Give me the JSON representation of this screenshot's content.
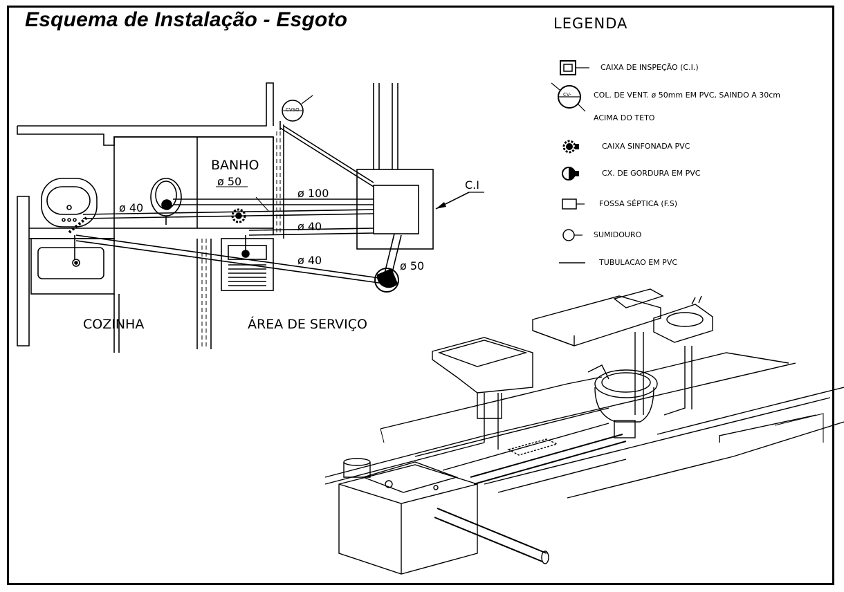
{
  "title": "Esquema de Instalação - Esgoto",
  "legend": {
    "title": "LEGENDA",
    "items": [
      {
        "icon": "inspection-box-icon",
        "label": "CAIXA DE INSPEÇÃO  (C.I.)"
      },
      {
        "icon": "vent-column-icon",
        "label": "COL. DE VENT. ø 50mm EM PVC, SAINDO A 30cm",
        "label2": "ACIMA DO TETO"
      },
      {
        "icon": "siphon-box-icon",
        "label": "CAIXA SINFONADA PVC"
      },
      {
        "icon": "grease-box-icon",
        "label": "CX. DE GORDURA EM PVC"
      },
      {
        "icon": "septic-tank-icon",
        "label": "FOSSA SÉPTICA  (F.S)"
      },
      {
        "icon": "sump-icon",
        "label": "SUMIDOURO"
      },
      {
        "icon": "pvc-pipe-icon",
        "label": "TUBULACAO EM PVC"
      }
    ]
  },
  "plan": {
    "rooms": {
      "banho": "BANHO",
      "cozinha": "COZINHA",
      "servico": "ÁREA DE SERVIÇO"
    },
    "ci_label": "C.I",
    "vent_tag": "CVSO",
    "cv_tag": "CV-",
    "pipes": {
      "d100": "ø 100",
      "d50_banho": "ø 50",
      "d40_kitchen": "ø 40",
      "d40_mid": "ø 40",
      "d40_low": "ø 40",
      "d50_grease": "ø 50"
    }
  }
}
